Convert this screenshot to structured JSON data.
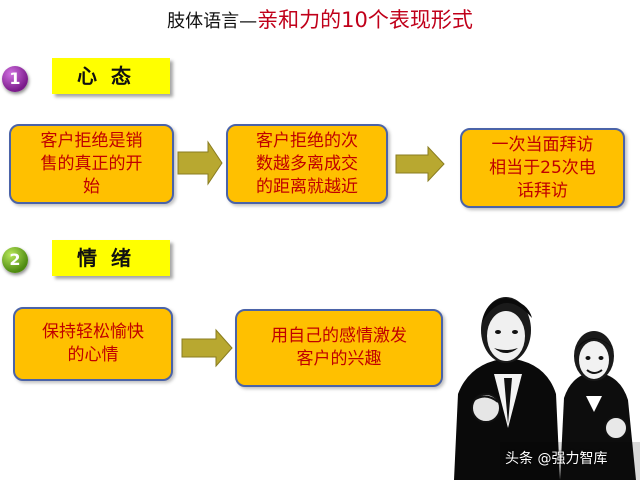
{
  "title": {
    "prefix": "肢体语言—",
    "main": "亲和力的10个表现形式"
  },
  "sections": [
    {
      "number": "1",
      "label": "心态"
    },
    {
      "number": "2",
      "label": "情绪"
    }
  ],
  "row1": {
    "box1": [
      "客户拒绝是销",
      "售的真正的开",
      "始"
    ],
    "box2": [
      "客户拒绝的次",
      "数越多离成交",
      "的距离就越近"
    ],
    "box3": [
      "一次当面拜访",
      "相当于25次电",
      "话拜访"
    ]
  },
  "row2": {
    "box1": [
      "保持轻松愉快",
      "的心情"
    ],
    "box2": [
      "用自己的感情激发",
      "客户的兴趣"
    ]
  },
  "watermark": "头条 @强力智库",
  "colors": {
    "box_fill": "#ffc000",
    "box_border": "#4a63a8",
    "box_text": "#c00000",
    "label_fill": "#ffff00",
    "title_red": "#c0001a"
  }
}
